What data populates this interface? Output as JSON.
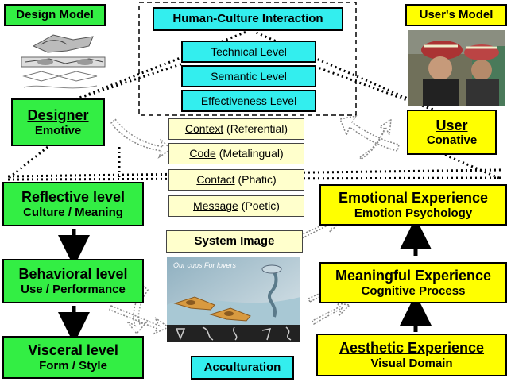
{
  "design_model": {
    "title": "Design Model"
  },
  "users_model": {
    "title": "User's Model"
  },
  "hci": {
    "title": "Human-Culture Interaction",
    "levels": [
      "Technical Level",
      "Semantic Level",
      "Effectiveness Level"
    ]
  },
  "designer": {
    "title": "Designer",
    "subtitle": "Emotive"
  },
  "user": {
    "title": "User",
    "subtitle": "Conative"
  },
  "functions": [
    {
      "term": "Context",
      "detail": " (Referential)"
    },
    {
      "term": "Code",
      "detail": " (Metalingual)"
    },
    {
      "term": "Contact",
      "detail": " (Phatic)"
    },
    {
      "term": "Message",
      "detail": " (Poetic)"
    }
  ],
  "left_levels": [
    {
      "title": "Reflective level",
      "subtitle": "Culture / Meaning"
    },
    {
      "title": "Behavioral level",
      "subtitle": "Use / Performance"
    },
    {
      "title": "Visceral level",
      "subtitle": "Form / Style"
    }
  ],
  "right_experiences": [
    {
      "title": "Emotional Experience",
      "subtitle": "Emotion Psychology"
    },
    {
      "title": "Meaningful Experience",
      "subtitle": "Cognitive Process"
    },
    {
      "title": "Aesthetic Experience",
      "subtitle": "Visual Domain"
    }
  ],
  "system_image": {
    "title": "System Image",
    "caption": "Our cups For lovers"
  },
  "acculturation": {
    "title": "Acculturation"
  },
  "colors": {
    "green": "#33ee44",
    "yellow": "#ffff00",
    "cyan": "#33eeee",
    "cream": "#ffffcc"
  }
}
